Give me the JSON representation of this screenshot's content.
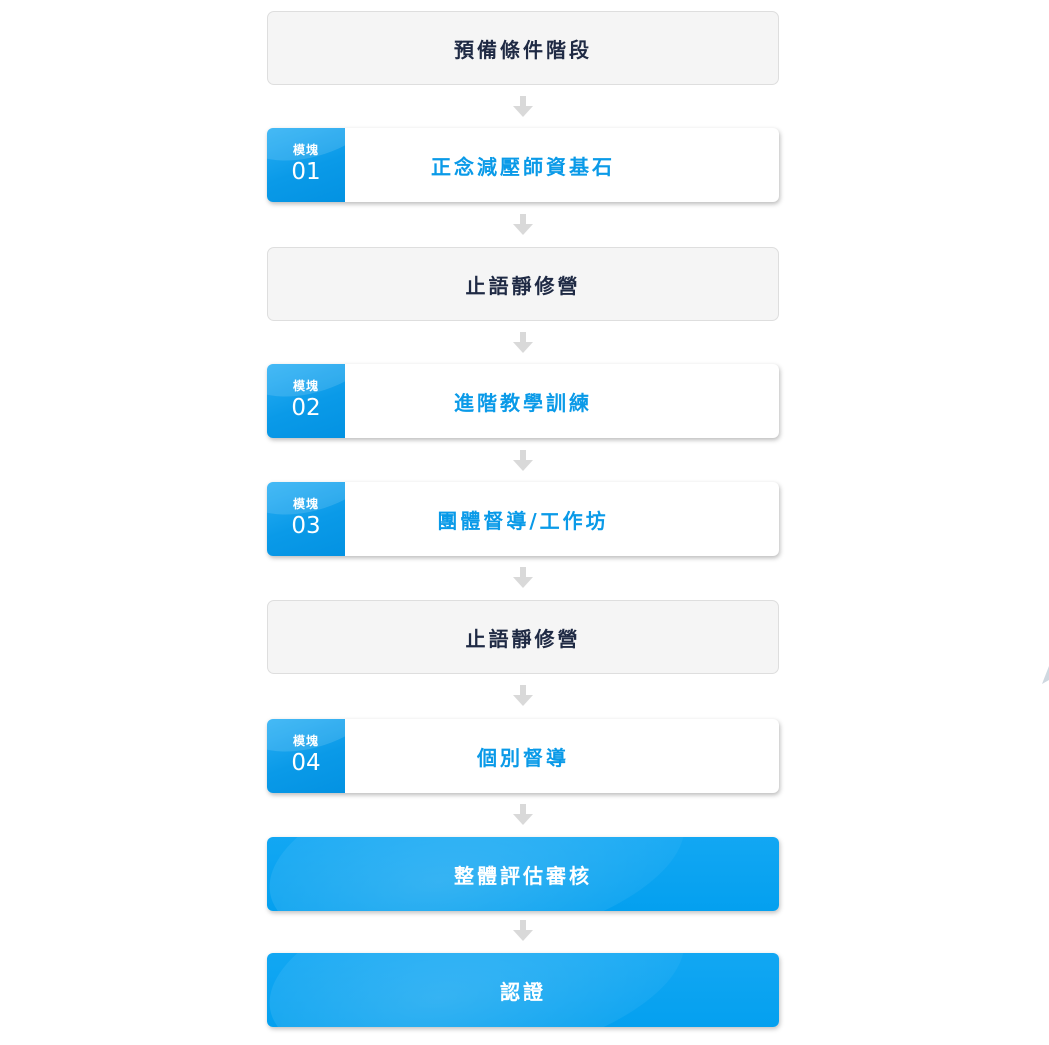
{
  "flow": {
    "steps": [
      {
        "kind": "gray",
        "label": "預備條件階段"
      },
      {
        "kind": "module",
        "module_word": "模塊",
        "module_num": "01",
        "label": "正念減壓師資基石"
      },
      {
        "kind": "gray",
        "label": "止語靜修營"
      },
      {
        "kind": "module",
        "module_word": "模塊",
        "module_num": "02",
        "label": "進階教學訓練"
      },
      {
        "kind": "module",
        "module_word": "模塊",
        "module_num": "03",
        "label": "團體督導/工作坊"
      },
      {
        "kind": "gray",
        "label": "止語靜修營"
      },
      {
        "kind": "module",
        "module_word": "模塊",
        "module_num": "04",
        "label": "個別督導"
      },
      {
        "kind": "blue",
        "label": "整體評估審核"
      },
      {
        "kind": "blue",
        "label": "認證"
      }
    ],
    "colors": {
      "accent": "#0a9ae8",
      "gray_box": "#f5f5f5",
      "gray_text": "#1f2a44",
      "arrow": "#d9d9d9"
    },
    "arrow_icon": "arrow-down-icon"
  }
}
